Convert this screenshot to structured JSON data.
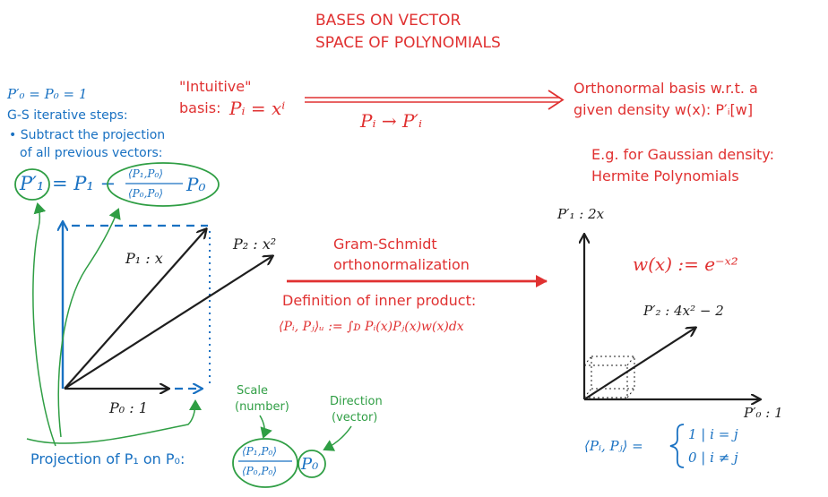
{
  "title": {
    "line1": "BASES ON VECTOR",
    "line2": "SPACE OF POLYNOMIALS"
  },
  "intuitive": {
    "label_line1": "\"Intuitive\"",
    "label_line2": "basis:",
    "formula": "Pᵢ = xⁱ",
    "map_formula": "Pᵢ → P′ᵢ"
  },
  "orthonormal": {
    "line1": "Orthonormal basis w.r.t. a",
    "line2": "given density w(x): P′ᵢ[w]",
    "example_line1": "E.g. for Gaussian density:",
    "example_line2": "Hermite Polynomials"
  },
  "gs_notes": {
    "line1": "P′₀ = P₀ = 1",
    "line2": "G-S iterative steps:",
    "line3": "• Subtract the projection",
    "line4": "of all previous vectors:",
    "formula_lhs": "P′₁",
    "formula_eq": "= P₁ −",
    "frac_num": "⟨P₁,P₀⟩",
    "frac_den": "⟨P₀,P₀⟩",
    "formula_tail": "P₀"
  },
  "left_vectors": {
    "p1": "P₁ : x",
    "p2": "P₂ : x²",
    "p0": "P₀ : 1"
  },
  "gram_schmidt": {
    "line1": "Gram-Schmidt",
    "line2": "orthonormalization",
    "def_title": "Definition of inner product:",
    "def_formula": "⟨Pᵢ, Pⱼ⟩ᵤ := ∫ᴅ Pᵢ(x)Pⱼ(x)w(x)dx"
  },
  "right_plot": {
    "weight": "w(x) := e⁻ˣ²",
    "p1_label": "P′₁ : 2x",
    "p2_label": "P′₂ : 4x² − 2",
    "p0_label": "P′₀ : 1",
    "ortho_lhs": "⟨Pᵢ, Pⱼ⟩ =",
    "case1": "1 | i = j",
    "case2": "0 | i ≠ j"
  },
  "projection": {
    "label": "Projection of P₁ on P₀:",
    "frac_num": "⟨P₁,P₀⟩",
    "frac_den": "⟨P₀,P₀⟩",
    "tail": "P₀",
    "scale_line1": "Scale",
    "scale_line2": "(number)",
    "direction_line1": "Direction",
    "direction_line2": "(vector)"
  },
  "colors": {
    "red": "#e03131",
    "blue": "#1971c2",
    "green": "#2f9e44",
    "black": "#1e1e1e"
  }
}
